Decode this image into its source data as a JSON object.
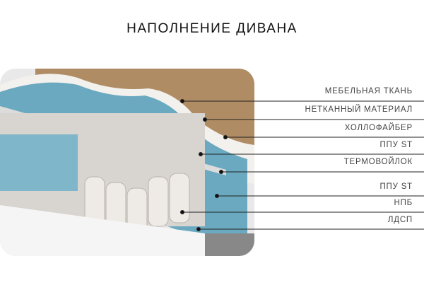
{
  "title": "НАПОЛНЕНИЕ ДИВАНА",
  "layers": [
    {
      "label": "МЕБЕЛЬНАЯ ТКАНЬ"
    },
    {
      "label": "НЕТКАННЫЙ МАТЕРИАЛ"
    },
    {
      "label": "ХОЛЛОФАЙБЕР"
    },
    {
      "label": "ППУ ST"
    },
    {
      "label": "ТЕРМОВОЙЛОК"
    },
    {
      "label": "ППУ ST"
    },
    {
      "label": "НПБ"
    },
    {
      "label": "ЛДСП"
    }
  ]
}
